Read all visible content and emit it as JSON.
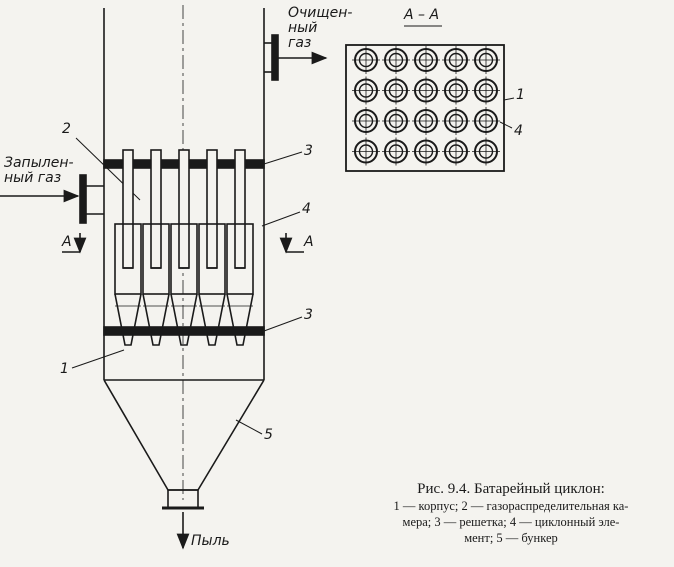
{
  "labels": {
    "clean_gas": "Очищен-\nный\nгаз",
    "dusty_gas": "Запылен-\nный газ",
    "dust": "Пыль",
    "section_left": "А",
    "section_right": "А",
    "section_title": "А – А",
    "n1_body": "1",
    "n2_chamber": "2",
    "n3_upper_grid": "3",
    "n3_lower_grid": "3",
    "n4_element": "4",
    "n5_bunker": "5",
    "n1_section": "1",
    "n4_section": "4"
  },
  "caption": {
    "title": "Рис. 9.4. Батарейный циклон:",
    "legend": "1 — корпус; 2 — газораспределительная ка-\nмера; 3 — решетка; 4 — циклонный эле-\nмент; 5 — бункер"
  }
}
